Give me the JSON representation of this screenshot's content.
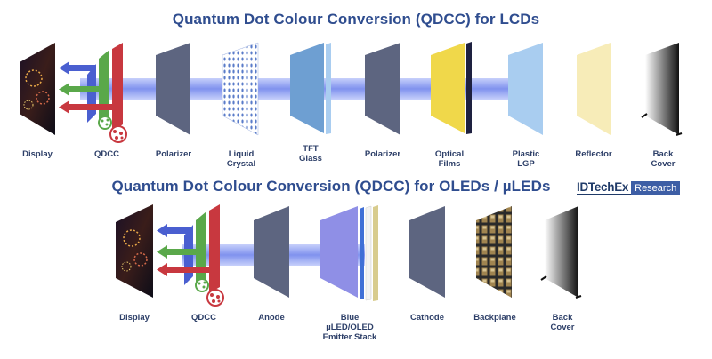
{
  "diagram": {
    "title_lcd": "Quantum Dot Colour Conversion (QDCC) for LCDs",
    "title_oled": "Quantum Dot Colour Conversion (QDCC) for OLEDs / µLEDs",
    "brand": {
      "name": "IDTechEx",
      "tag": "Research"
    },
    "lcd_layers": [
      "Display",
      "QDCC",
      "Polarizer",
      "Liquid Crystal",
      "TFT Glass",
      "Polarizer",
      "Optical Films",
      "Plastic LGP",
      "Reflector",
      "Back Cover"
    ],
    "oled_layers": [
      "Display",
      "QDCC",
      "Anode",
      "Blue µLED/OLED Emitter Stack",
      "Cathode",
      "Backplane",
      "Back Cover"
    ],
    "colors": {
      "title": "#2f4d8f",
      "label": "#2d3f68",
      "beam": "#8a9df0",
      "red": "#c8383f",
      "green": "#5aa84a",
      "blue": "#4a5fd0",
      "polarizer": "#5d6580",
      "tft": "#6e9fd2",
      "films": "#f0d84a",
      "lgp": "#a9cdf0",
      "reflector": "#f7ecb8",
      "emitter": "#8f8fe6"
    }
  }
}
